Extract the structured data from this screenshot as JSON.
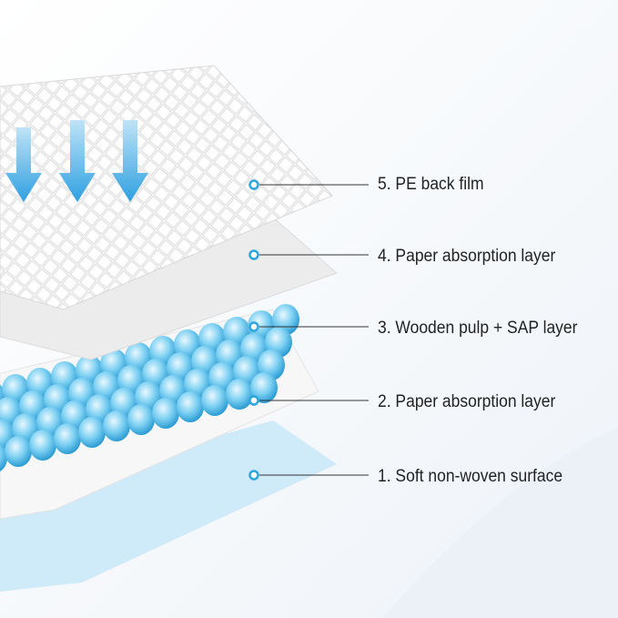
{
  "layers": [
    {
      "label": "5. PE back film"
    },
    {
      "label": "4. Paper absorption layer"
    },
    {
      "label": "3. Wooden pulp + SAP layer"
    },
    {
      "label": "2. Paper absorption layer"
    },
    {
      "label": "1. Soft non-woven surface"
    }
  ],
  "colors": {
    "accent": "#2fa6dc",
    "arrow": "#3aa9e6",
    "bead": "#5cc3ec",
    "blue_sheet": "#cfeaf8",
    "text": "#222222"
  },
  "icons": [
    "down-arrow-icon",
    "down-arrow-icon",
    "down-arrow-icon"
  ]
}
